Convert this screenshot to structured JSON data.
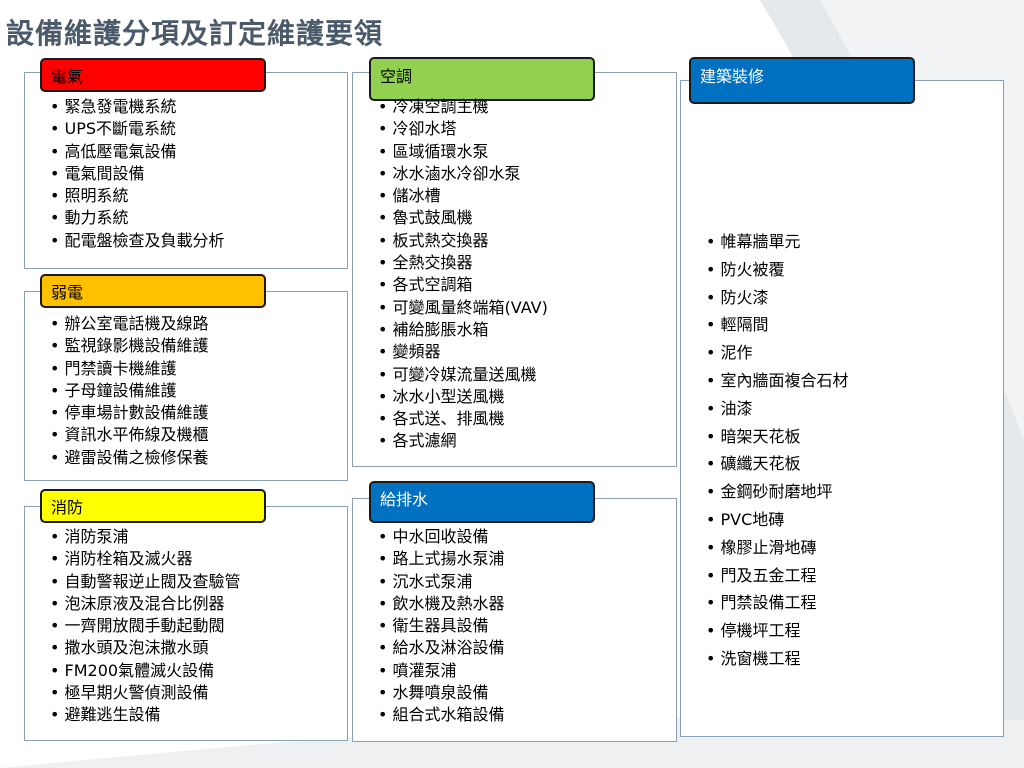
{
  "title": "設備維護分項及訂定維護要領",
  "colors": {
    "electrical": "#ff0000",
    "weak_current": "#ffc000",
    "fire": "#ffff00",
    "hvac": "#92d050",
    "water": "#0070c0",
    "architecture": "#0070c0"
  },
  "categories": {
    "electrical": {
      "label": "電氣",
      "items": [
        "緊急發電機系統",
        "UPS不斷電系統",
        "高低壓電氣設備",
        "電氣間設備",
        "照明系統",
        "動力系統",
        "配電盤檢查及負載分析"
      ]
    },
    "weak_current": {
      "label": "弱電",
      "items": [
        "辦公室電話機及線路",
        "監視錄影機設備維護",
        "門禁讀卡機維護",
        "子母鐘設備維護",
        "停車場計數設備維護",
        "資訊水平佈線及機櫃",
        "避雷設備之檢修保養"
      ]
    },
    "fire": {
      "label": "消防",
      "items": [
        "消防泵浦",
        "消防栓箱及滅火器",
        "自動警報逆止閥及查驗管",
        "泡沫原液及混合比例器",
        "一齊開放閥手動起動閥",
        "撒水頭及泡沫撒水頭",
        "FM200氣體滅火設備",
        "極早期火警偵測設備",
        "避難逃生設備"
      ]
    },
    "hvac": {
      "label": "空調",
      "items": [
        "冷凍空調主機",
        "冷卻水塔",
        "區域循環水泵",
        "冰水滷水冷卻水泵",
        "儲冰槽",
        "魯式鼓風機",
        "板式熱交換器",
        "全熱交換器",
        "各式空調箱",
        "可變風量終端箱(VAV)",
        "補給膨脹水箱",
        "變頻器",
        "可變冷媒流量送風機",
        "冰水小型送風機",
        "各式送、排風機",
        "各式濾網"
      ]
    },
    "water": {
      "label": "給排水",
      "items": [
        "中水回收設備",
        "路上式揚水泵浦",
        "沉水式泵浦",
        "飲水機及熱水器",
        "衛生器具設備",
        "給水及淋浴設備",
        "噴灌泵浦",
        "水舞噴泉設備",
        "組合式水箱設備"
      ]
    },
    "architecture": {
      "label": "建築裝修",
      "items": [
        "帷幕牆單元",
        "防火被覆",
        "防火漆",
        "輕隔間",
        "泥作",
        "室內牆面複合石材",
        "油漆",
        "暗架天花板",
        "礦纖天花板",
        "金鋼砂耐磨地坪",
        "PVC地磚",
        "橡膠止滑地磚",
        "門及五金工程",
        "門禁設備工程",
        "停機坪工程",
        "洗窗機工程"
      ]
    }
  }
}
